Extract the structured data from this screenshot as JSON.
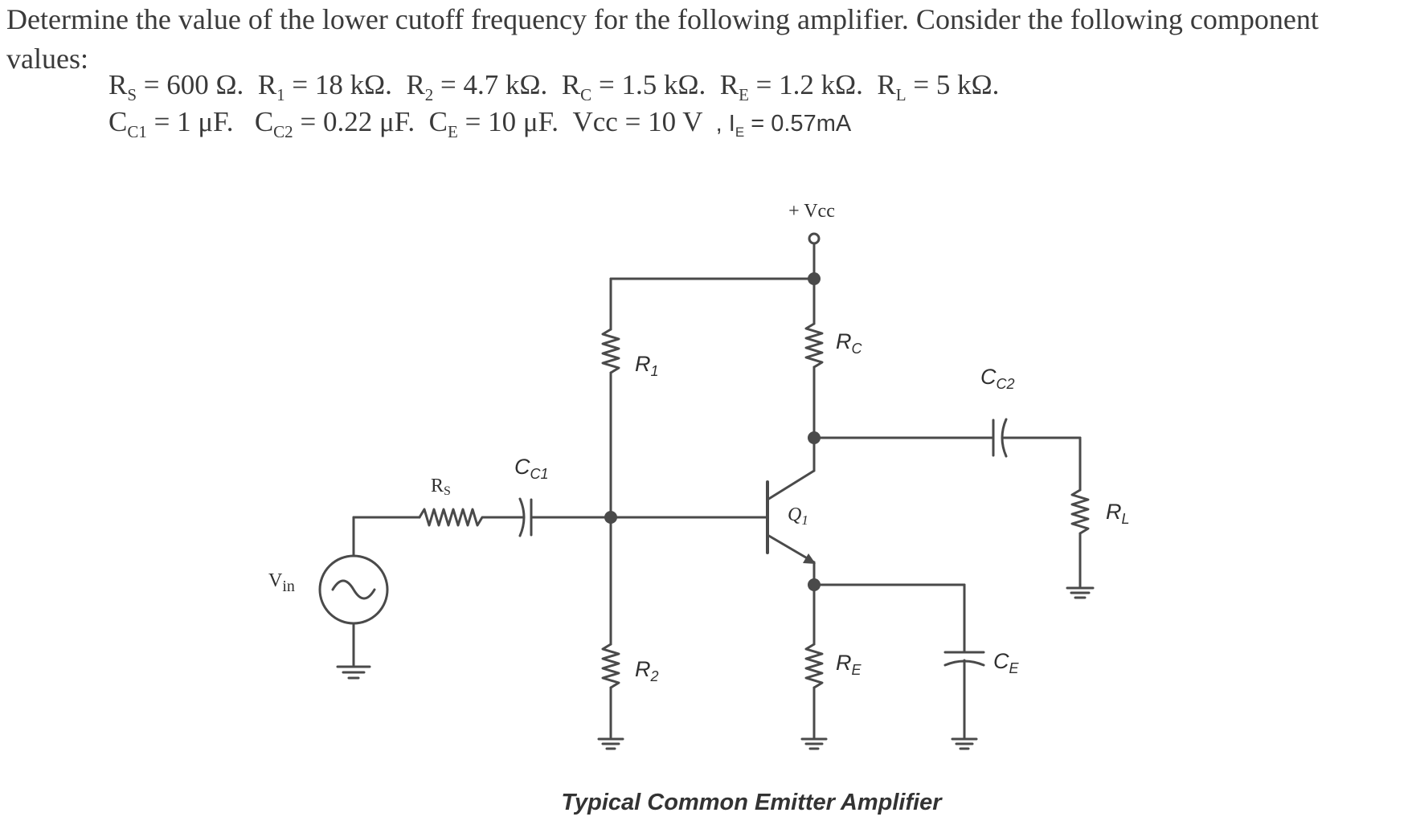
{
  "problem": {
    "statement": "Determine the value of the lower cutoff frequency for the following amplifier. Consider the following component values:",
    "line1": {
      "rs": "600 Ω.",
      "r1": "18 kΩ.",
      "r2": "4.7 kΩ.",
      "rc": "1.5 kΩ.",
      "re": "1.2 kΩ.",
      "rl": "5 kΩ."
    },
    "line2": {
      "cc1": "1 μF.",
      "cc2": "0.22 μF.",
      "ce": "10 μF.",
      "vcc": "10 V",
      "ie": "0.57mA"
    }
  },
  "diagram": {
    "supply": "+ Vcc",
    "caption": "Typical Common Emitter Amplifier",
    "labels": {
      "r1": "R",
      "r1_sub": "1",
      "r2": "R",
      "r2_sub": "2",
      "rc": "R",
      "rc_sub": "C",
      "re": "R",
      "re_sub": "E",
      "rl": "R",
      "rl_sub": "L",
      "rs": "R",
      "rs_sub": "S",
      "cc1": "C",
      "cc1_sub": "C1",
      "cc2": "C",
      "cc2_sub": "C2",
      "ce": "C",
      "ce_sub": "E",
      "q1": "Q",
      "q1_sub": "1",
      "vin": "V",
      "vin_sub": "in"
    }
  }
}
